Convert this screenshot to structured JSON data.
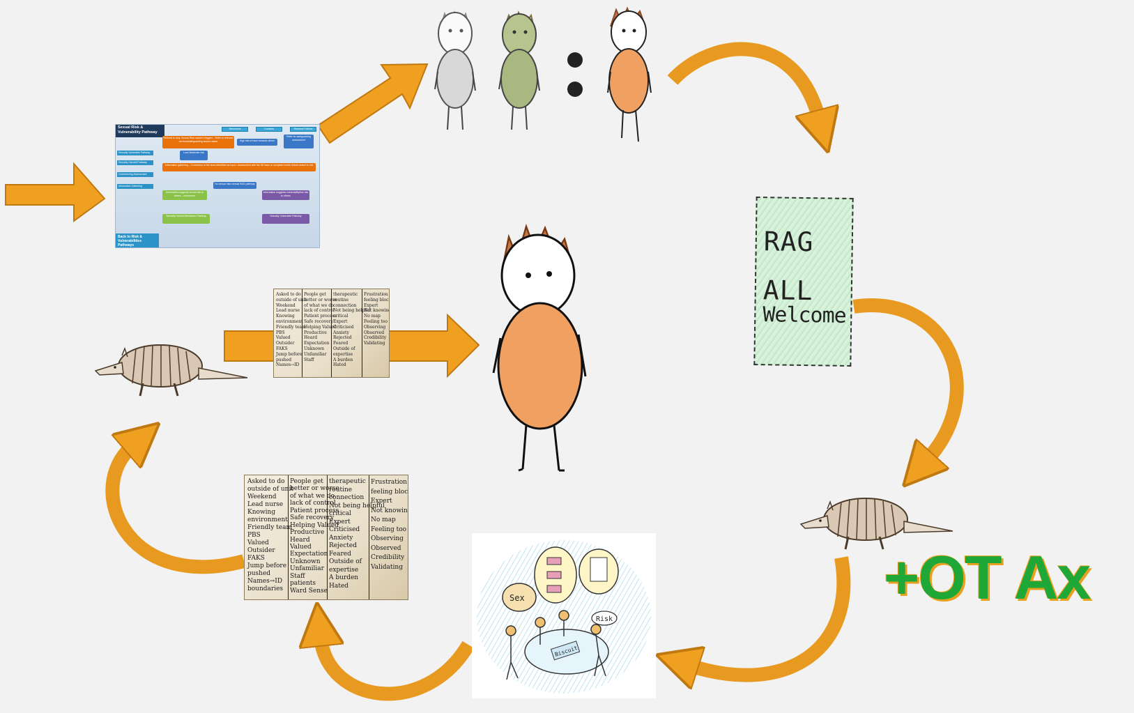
{
  "flowchart": {
    "title": "Sexual Risk & Vulnerability Pathway",
    "top_buttons": [
      "Resources",
      "Contacts",
      "Relevant Policies"
    ],
    "side_items": [
      "Sexually Vulnerable Pathway",
      "Sexually Harmful Pathway",
      "Commencing Assessment",
      "Information Gathering"
    ],
    "boxes": {
      "b1": "Referral to duty. Sexual Risk markers flagged – Refer to relevant services/safeguarding issues raised",
      "b2": "High risk of harm towards others",
      "b3": "Refer for safeguarding assessment",
      "b4": "Low/ Moderate risk",
      "b5": "Information gathering – 2 members of the team identified as Input / Assessment with the SE team to complete health needs related to risk",
      "b6": "No sexual risks sexual RAG pathway",
      "b7": "Information suggests sexual risk to others – commence",
      "b8": "Information suggests vulnerability/low risk to others",
      "b9": "Sexually Harmful Behaviour Pathway",
      "b10": "Sexually Vulnerable Pathway"
    },
    "back_label": "Back to Risk & Vulnerabilities Pathways"
  },
  "rag_card": {
    "line1": "RAG",
    "line2": "ALL",
    "line3": "Welcome"
  },
  "notes_large": {
    "col1": [
      "Asked to do",
      "outside of unit",
      "Weekend",
      "Lead nurse",
      "Knowing",
      "environment",
      "Friendly team",
      "PBS",
      "Valued",
      "Outsider",
      "FAKS",
      "Jump before",
      "pushed",
      "Names→ID",
      "boundaries"
    ],
    "col2": [
      "People get",
      "better or worse",
      "of what we do",
      "lack of control",
      "Patient process",
      "Safe recovery",
      "Helping  Valued",
      "Productive",
      "Heard",
      "Valued",
      "Expectation",
      "Unknown",
      "Unfamiliar",
      "Staff",
      "patients",
      "Ward Sense"
    ],
    "col3": [
      "therapeutic",
      "routine",
      "connection",
      "Not being helpful",
      "critical",
      "Expert",
      "Criticised",
      "Anxiety",
      "Rejected",
      "Feared",
      "Outside of",
      "expertise",
      "A burden",
      "Hated"
    ],
    "col4": [
      "Frustration",
      "feeling blocked",
      "Expert",
      "Not knowing",
      "No map",
      "Feeling too long",
      "Observing",
      "Observed",
      "Credibility",
      "Validating"
    ]
  },
  "sketch": {
    "bubble_left": "Sex",
    "bubble_right": "Risk",
    "table_sign": "Biscuit"
  },
  "label_otax": "+OT Ax",
  "colors": {
    "arrow_orange": "#f0a020",
    "arrow_stroke": "#c07810",
    "figure_orange": "#f0a060",
    "figure_green": "#a8b880",
    "figure_grey": "#d8d8d8",
    "otax_green": "#1fa838"
  }
}
